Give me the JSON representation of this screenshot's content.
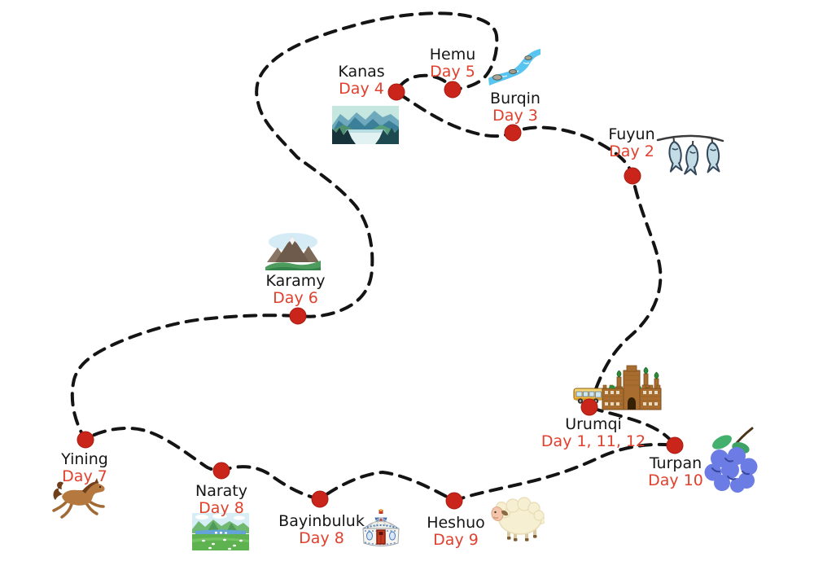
{
  "map": {
    "type": "travel-route-map",
    "region_hint": "loop itinerary connecting eleven stops marked by red dots and a black dashed route"
  },
  "route": {
    "path_color": "#141414",
    "dot_color": "#c9251b",
    "city_text_color": "#161616",
    "day_text_color": "#e1402d",
    "style": "dashed"
  },
  "stops": [
    {
      "name": "Urumqi",
      "day": "Day 1, 11, 12",
      "icons": [
        "minibus-icon",
        "mosque-city-icon"
      ]
    },
    {
      "name": "Fuyun",
      "day": "Day 2",
      "icons": [
        "drying-fish-icon"
      ]
    },
    {
      "name": "Burqin",
      "day": "Day 3",
      "icons": [
        "river-icon"
      ]
    },
    {
      "name": "Kanas",
      "day": "Day 4",
      "icons": [
        "lake-photo-icon"
      ]
    },
    {
      "name": "Hemu",
      "day": "Day 5",
      "icons": []
    },
    {
      "name": "Karamy",
      "day": "Day 6",
      "icons": [
        "mountain-icon"
      ]
    },
    {
      "name": "Yining",
      "day": "Day 7",
      "icons": [
        "horse-icon"
      ]
    },
    {
      "name": "Naraty",
      "day": "Day 8",
      "icons": [
        "grassland-photo-icon"
      ]
    },
    {
      "name": "Bayinbuluk",
      "day": "Day 8",
      "icons": [
        "yurt-icon"
      ]
    },
    {
      "name": "Heshuo",
      "day": "Day 9",
      "icons": [
        "sheep-icon"
      ]
    },
    {
      "name": "Turpan",
      "day": "Day 10",
      "icons": [
        "grapes-icon"
      ]
    }
  ]
}
